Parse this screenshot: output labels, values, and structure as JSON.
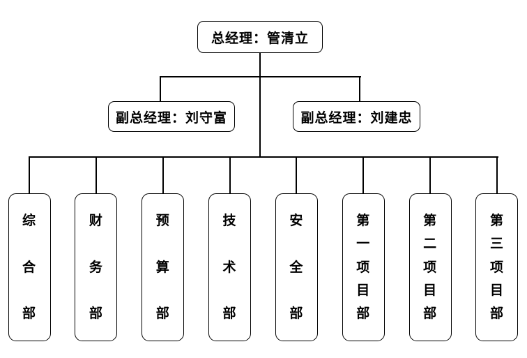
{
  "org": {
    "root": {
      "label": "总经理：管清立"
    },
    "deputies": [
      {
        "label": "副总经理：刘守富"
      },
      {
        "label": "副总经理：刘建忠"
      }
    ],
    "departments": [
      {
        "label": "综合部"
      },
      {
        "label": "财务部"
      },
      {
        "label": "预算部"
      },
      {
        "label": "技术部"
      },
      {
        "label": "安全部"
      },
      {
        "label": "第一项目部"
      },
      {
        "label": "第二项目部"
      },
      {
        "label": "第三项目部"
      }
    ]
  },
  "colors": {
    "line": "#000000",
    "text": "#000000",
    "background": "#ffffff"
  }
}
